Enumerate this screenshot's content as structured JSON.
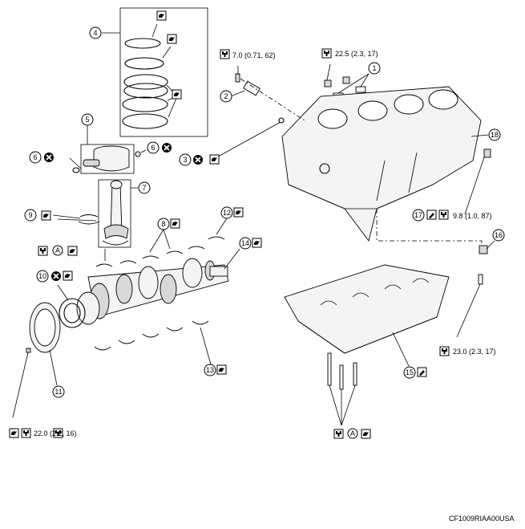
{
  "callouts": [
    "1",
    "2",
    "3",
    "4",
    "5",
    "6",
    "6",
    "7",
    "8",
    "9",
    "10",
    "11",
    "12",
    "13",
    "14",
    "15",
    "16",
    "17",
    "18"
  ],
  "torques": {
    "t2": "7.0 (0.71, 62)",
    "t1": "22.5 (2.3, 17)",
    "t17": "9.8 (1.0, 87)",
    "t16": "23.0 (2.3, 17)",
    "t11": "22.0 (2.2, 16)"
  },
  "symbols": {
    "a": "A"
  },
  "icons": [
    "oil-can-icon",
    "torque-wrench-icon",
    "do-not-reuse-icon",
    "sealant-icon",
    "oil-can-icon"
  ],
  "footer_code": "CF1009RIAA00USA"
}
